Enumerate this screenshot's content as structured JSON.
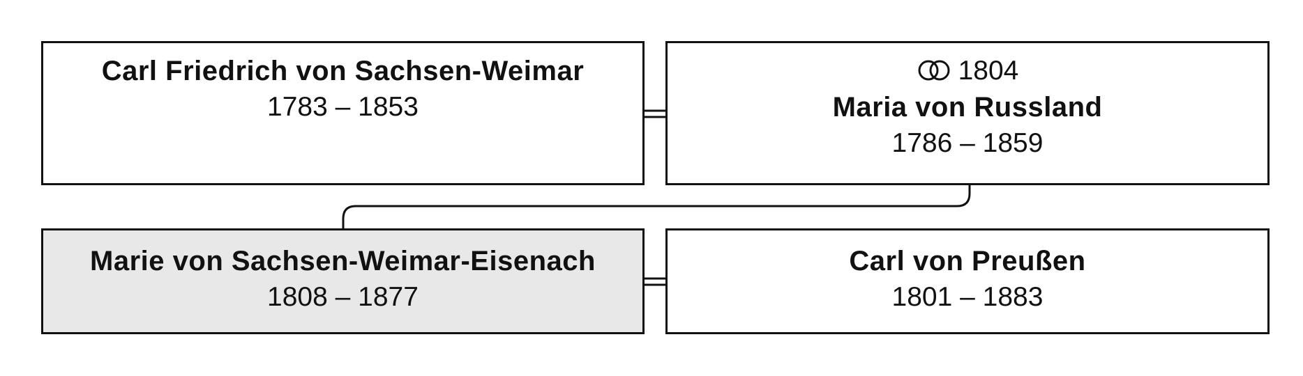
{
  "persons": [
    {
      "name": "Carl Friedrich von Sachsen-Weimar",
      "dates": "1783 – 1853"
    },
    {
      "name": "Maria von Russland",
      "dates": "1786 – 1859",
      "marriage_year": "1804"
    },
    {
      "name": "Marie von Sachsen-Weimar-Eisenach",
      "dates": "1808 – 1877",
      "highlighted": true
    },
    {
      "name": "Carl von Preußen",
      "dates": "1801 – 1883"
    }
  ],
  "icons": {
    "marriage": "interlocked-rings-icon"
  },
  "colors": {
    "border": "#111111",
    "highlight_fill": "#e8e8e8",
    "background": "#ffffff"
  }
}
